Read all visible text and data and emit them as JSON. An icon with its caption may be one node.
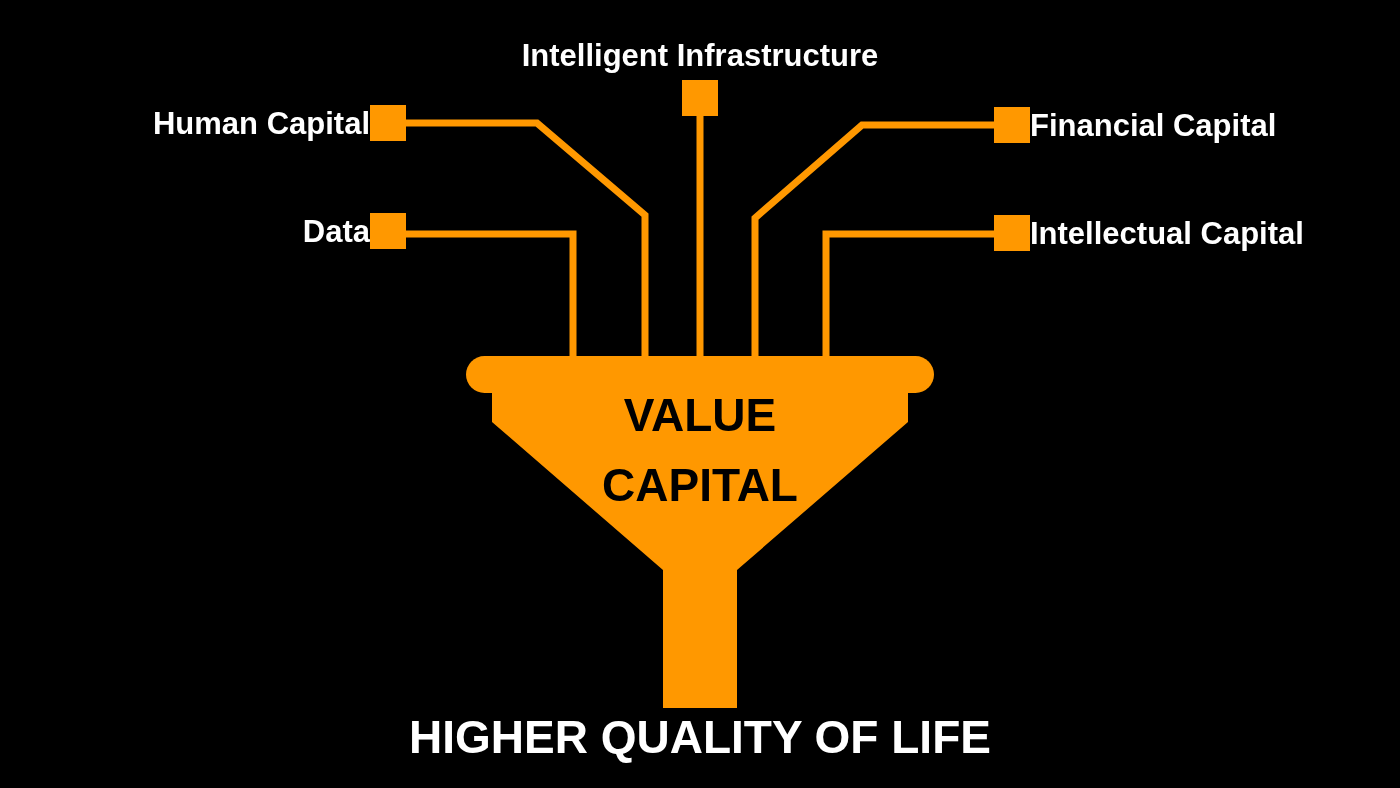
{
  "diagram": {
    "nodes": [
      {
        "text": [
          "Intelligent Infrastructure"
        ]
      },
      {
        "text": [
          "Human Capital"
        ]
      },
      {
        "text": [
          "Financial Capital"
        ]
      },
      {
        "text": [
          "Data"
        ]
      },
      {
        "text": [
          "Intellectual Capital"
        ]
      },
      {
        "text": [
          "VALUE CAPITAL"
        ]
      }
    ],
    "edges": [
      {
        "from": 0,
        "to": 5,
        "arrow": "none"
      },
      {
        "from": 1,
        "to": 5,
        "arrow": "none"
      },
      {
        "from": 2,
        "to": 5,
        "arrow": "none"
      },
      {
        "from": 3,
        "to": 5,
        "arrow": "none"
      },
      {
        "from": 4,
        "to": 5,
        "arrow": "none"
      }
    ],
    "labels": [
      "HIGHER QUALITY OF LIFE"
    ]
  }
}
